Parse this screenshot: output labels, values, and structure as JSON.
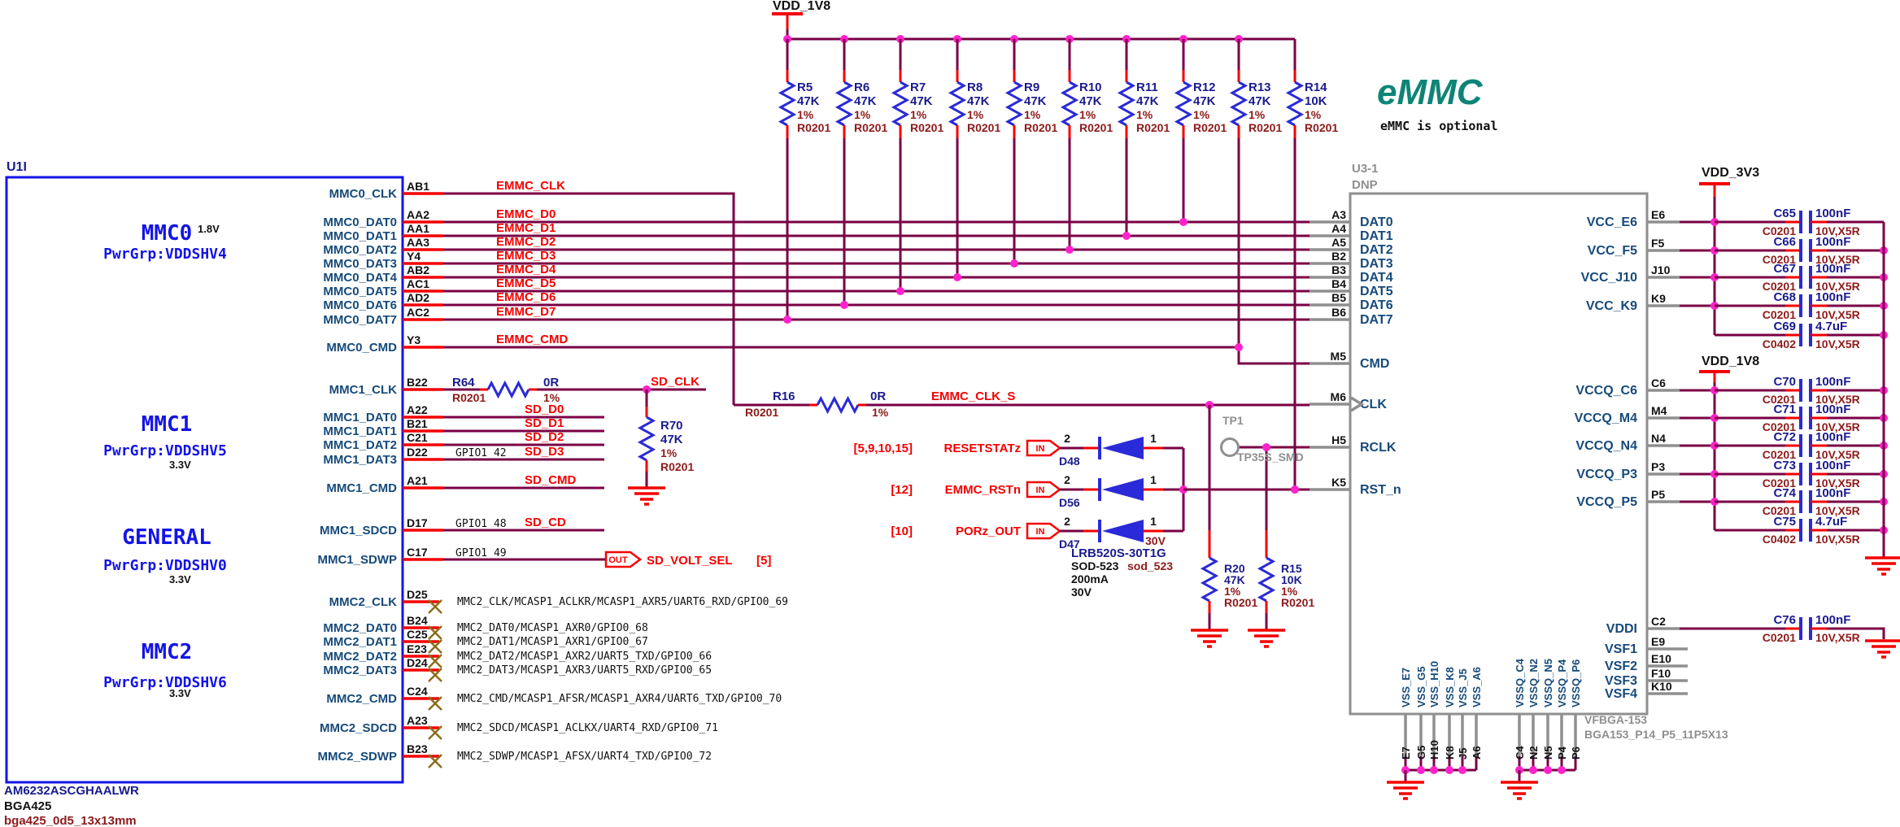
{
  "power": {
    "vdd1v8_top": "VDD_1V8",
    "vdd3v3": "VDD_3V3",
    "vdd1v8_right": "VDD_1V8"
  },
  "u1": {
    "refdes": "U1I",
    "part": "AM6232ASCGHAALWR",
    "pkg": "BGA425",
    "footprint": "bga425_0d5_13x13mm",
    "sections": [
      {
        "title": "MMC0",
        "v": "1.8V",
        "pwr": "PwrGrp:VDDSHV4"
      },
      {
        "title": "MMC1",
        "pwr": "PwrGrp:VDDSHV5",
        "v": "3.3V"
      },
      {
        "title": "GENERAL",
        "pwr": "PwrGrp:VDDSHV0",
        "v": "3.3V"
      },
      {
        "title": "MMC2",
        "pwr": "PwrGrp:VDDSHV6",
        "v": "3.3V"
      }
    ],
    "pins": [
      {
        "num": "AB1",
        "name": "MMC0_CLK"
      },
      {
        "num": "AA2",
        "name": "MMC0_DAT0"
      },
      {
        "num": "AA1",
        "name": "MMC0_DAT1"
      },
      {
        "num": "AA3",
        "name": "MMC0_DAT2"
      },
      {
        "num": "Y4",
        "name": "MMC0_DAT3"
      },
      {
        "num": "AB2",
        "name": "MMC0_DAT4"
      },
      {
        "num": "AC1",
        "name": "MMC0_DAT5"
      },
      {
        "num": "AD2",
        "name": "MMC0_DAT6"
      },
      {
        "num": "AC2",
        "name": "MMC0_DAT7"
      },
      {
        "num": "Y3",
        "name": "MMC0_CMD"
      },
      {
        "num": "B22",
        "name": "MMC1_CLK"
      },
      {
        "num": "A22",
        "name": "MMC1_DAT0"
      },
      {
        "num": "B21",
        "name": "MMC1_DAT1"
      },
      {
        "num": "C21",
        "name": "MMC1_DAT2"
      },
      {
        "num": "D22",
        "name": "MMC1_DAT3",
        "alt": "GPIO1_42"
      },
      {
        "num": "A21",
        "name": "MMC1_CMD"
      },
      {
        "num": "D17",
        "name": "MMC1_SDCD",
        "alt": "GPIO1_48"
      },
      {
        "num": "C17",
        "name": "MMC1_SDWP",
        "alt": "GPIO1_49"
      },
      {
        "num": "D25",
        "name": "MMC2_CLK",
        "func": "MMC2_CLK/MCASP1_ACLKR/MCASP1_AXR5/UART6_RXD/GPIO0_69"
      },
      {
        "num": "B24",
        "name": "MMC2_DAT0",
        "func": "MMC2_DAT0/MCASP1_AXR0/GPIO0_68"
      },
      {
        "num": "C25",
        "name": "MMC2_DAT1",
        "func": "MMC2_DAT1/MCASP1_AXR1/GPIO0_67"
      },
      {
        "num": "E23",
        "name": "MMC2_DAT2",
        "func": "MMC2_DAT2/MCASP1_AXR2/UART5_TXD/GPIO0_66"
      },
      {
        "num": "D24",
        "name": "MMC2_DAT3",
        "func": "MMC2_DAT3/MCASP1_AXR3/UART5_RXD/GPIO0_65"
      },
      {
        "num": "C24",
        "name": "MMC2_CMD",
        "func": "MMC2_CMD/MCASP1_AFSR/MCASP1_AXR4/UART6_TXD/GPIO0_70"
      },
      {
        "num": "A23",
        "name": "MMC2_SDCD",
        "func": "MMC2_SDCD/MCASP1_ACLKX/UART4_RXD/GPIO0_71"
      },
      {
        "num": "B23",
        "name": "MMC2_SDWP",
        "func": "MMC2_SDWP/MCASP1_AFSX/UART4_TXD/GPIO0_72"
      }
    ]
  },
  "nets": {
    "emmc_clk": "EMMC_CLK",
    "emmc_d": [
      "EMMC_D0",
      "EMMC_D1",
      "EMMC_D2",
      "EMMC_D3",
      "EMMC_D4",
      "EMMC_D5",
      "EMMC_D6",
      "EMMC_D7"
    ],
    "emmc_cmd": "EMMC_CMD",
    "emmc_clk_s": "EMMC_CLK_S",
    "sd_clk": "SD_CLK",
    "sd_d": [
      "SD_D0",
      "SD_D1",
      "SD_D2",
      "SD_D3"
    ],
    "sd_cmd": "SD_CMD",
    "sd_cd": "SD_CD",
    "sd_volt_sel": "SD_VOLT_SEL",
    "volt_sel_page": "[5]"
  },
  "control": [
    {
      "pages": "[5,9,10,15]",
      "name": "RESETSTATz"
    },
    {
      "pages": "[12]",
      "name": "EMMC_RSTn"
    },
    {
      "pages": "[10]",
      "name": "PORz_OUT"
    }
  ],
  "ports": {
    "in": "IN",
    "out": "OUT"
  },
  "tp": {
    "ref": "TP1",
    "part": "TP35S_SMD"
  },
  "resistors": {
    "bank": [
      {
        "ref": "R5",
        "val": "47K",
        "tol": "1%",
        "pkg": "R0201"
      },
      {
        "ref": "R6",
        "val": "47K",
        "tol": "1%",
        "pkg": "R0201"
      },
      {
        "ref": "R7",
        "val": "47K",
        "tol": "1%",
        "pkg": "R0201"
      },
      {
        "ref": "R8",
        "val": "47K",
        "tol": "1%",
        "pkg": "R0201"
      },
      {
        "ref": "R9",
        "val": "47K",
        "tol": "1%",
        "pkg": "R0201"
      },
      {
        "ref": "R10",
        "val": "47K",
        "tol": "1%",
        "pkg": "R0201"
      },
      {
        "ref": "R11",
        "val": "47K",
        "tol": "1%",
        "pkg": "R0201"
      },
      {
        "ref": "R12",
        "val": "47K",
        "tol": "1%",
        "pkg": "R0201"
      },
      {
        "ref": "R13",
        "val": "47K",
        "tol": "1%",
        "pkg": "R0201"
      },
      {
        "ref": "R14",
        "val": "10K",
        "tol": "1%",
        "pkg": "R0201"
      }
    ],
    "r64": {
      "ref": "R64",
      "val": "0R",
      "tol": "1%",
      "pkg": "R0201"
    },
    "r16": {
      "ref": "R16",
      "val": "0R",
      "tol": "1%",
      "pkg": "R0201"
    },
    "r70": {
      "ref": "R70",
      "val": "47K",
      "tol": "1%",
      "pkg": "R0201"
    },
    "r20": {
      "ref": "R20",
      "val": "47K",
      "tol": "1%",
      "pkg": "R0201"
    },
    "r15": {
      "ref": "R15",
      "val": "10K",
      "tol": "1%",
      "pkg": "R0201"
    }
  },
  "diodes": {
    "rows": [
      {
        "ref": "D48",
        "pin1": "1",
        "pin2": "2"
      },
      {
        "ref": "D56",
        "pin1": "1",
        "pin2": "2"
      },
      {
        "ref": "D47",
        "pin1": "1",
        "pin2": "2"
      }
    ],
    "pin1_rating": "30V",
    "part": "LRB520S-30T1G",
    "pkg": "SOD-523",
    "pkg2": "sod_523",
    "current": "200mA",
    "voltage": "30V"
  },
  "emmc": {
    "refdes": "U3-1",
    "dnp": "DNP",
    "title": "eMMC",
    "note": "eMMC is optional",
    "fp1": "VFBGA-153",
    "fp2": "BGA153_P14_P5_11P5X13",
    "left": [
      {
        "num": "A3",
        "name": "DAT0"
      },
      {
        "num": "A4",
        "name": "DAT1"
      },
      {
        "num": "A5",
        "name": "DAT2"
      },
      {
        "num": "B2",
        "name": "DAT3"
      },
      {
        "num": "B3",
        "name": "DAT4"
      },
      {
        "num": "B4",
        "name": "DAT5"
      },
      {
        "num": "B5",
        "name": "DAT6"
      },
      {
        "num": "B6",
        "name": "DAT7"
      },
      {
        "num": "M5",
        "name": "CMD"
      },
      {
        "num": "M6",
        "name": "CLK"
      },
      {
        "num": "H5",
        "name": "RCLK"
      },
      {
        "num": "K5",
        "name": "RST_n"
      }
    ],
    "right": [
      {
        "num": "E6",
        "name": "VCC_E6"
      },
      {
        "num": "F5",
        "name": "VCC_F5"
      },
      {
        "num": "J10",
        "name": "VCC_J10"
      },
      {
        "num": "K9",
        "name": "VCC_K9"
      },
      {
        "num": "C6",
        "name": "VCCQ_C6"
      },
      {
        "num": "M4",
        "name": "VCCQ_M4"
      },
      {
        "num": "N4",
        "name": "VCCQ_N4"
      },
      {
        "num": "P3",
        "name": "VCCQ_P3"
      },
      {
        "num": "P5",
        "name": "VCCQ_P5"
      },
      {
        "num": "C2",
        "name": "VDDI"
      },
      {
        "num": "E9",
        "name": "VSF1"
      },
      {
        "num": "E10",
        "name": "VSF2"
      },
      {
        "num": "F10",
        "name": "VSF3"
      },
      {
        "num": "K10",
        "name": "VSF4"
      }
    ],
    "bottom": [
      {
        "num": "E7",
        "name": "VSS_E7"
      },
      {
        "num": "G5",
        "name": "VSS_G5"
      },
      {
        "num": "H10",
        "name": "VSS_H10"
      },
      {
        "num": "K8",
        "name": "VSS_K8"
      },
      {
        "num": "J5",
        "name": "VSS_J5"
      },
      {
        "num": "A6",
        "name": "VSS_A6"
      },
      {
        "num": "C4",
        "name": "VSSQ_C4"
      },
      {
        "num": "N2",
        "name": "VSSQ_N2"
      },
      {
        "num": "N5",
        "name": "VSSQ_N5"
      },
      {
        "num": "P4",
        "name": "VSSQ_P4"
      },
      {
        "num": "P6",
        "name": "VSSQ_P6"
      }
    ]
  },
  "caps": {
    "bank3v3": [
      {
        "ref": "C65",
        "pkg": "C0201",
        "val": "100nF",
        "rating": "10V,X5R"
      },
      {
        "ref": "C66",
        "pkg": "C0201",
        "val": "100nF",
        "rating": "10V,X5R"
      },
      {
        "ref": "C67",
        "pkg": "C0201",
        "val": "100nF",
        "rating": "10V,X5R"
      },
      {
        "ref": "C68",
        "pkg": "C0201",
        "val": "100nF",
        "rating": "10V,X5R"
      },
      {
        "ref": "C69",
        "pkg": "C0402",
        "val": "4.7uF",
        "rating": "10V,X5R"
      }
    ],
    "bank1v8": [
      {
        "ref": "C70",
        "pkg": "C0201",
        "val": "100nF",
        "rating": "10V,X5R"
      },
      {
        "ref": "C71",
        "pkg": "C0201",
        "val": "100nF",
        "rating": "10V,X5R"
      },
      {
        "ref": "C72",
        "pkg": "C0201",
        "val": "100nF",
        "rating": "10V,X5R"
      },
      {
        "ref": "C73",
        "pkg": "C0201",
        "val": "100nF",
        "rating": "10V,X5R"
      },
      {
        "ref": "C74",
        "pkg": "C0201",
        "val": "100nF",
        "rating": "10V,X5R"
      },
      {
        "ref": "C75",
        "pkg": "C0402",
        "val": "4.7uF",
        "rating": "10V,X5R"
      }
    ],
    "vddi": {
      "ref": "C76",
      "pkg": "C0201",
      "val": "100nF",
      "rating": "10V,X5R"
    }
  }
}
